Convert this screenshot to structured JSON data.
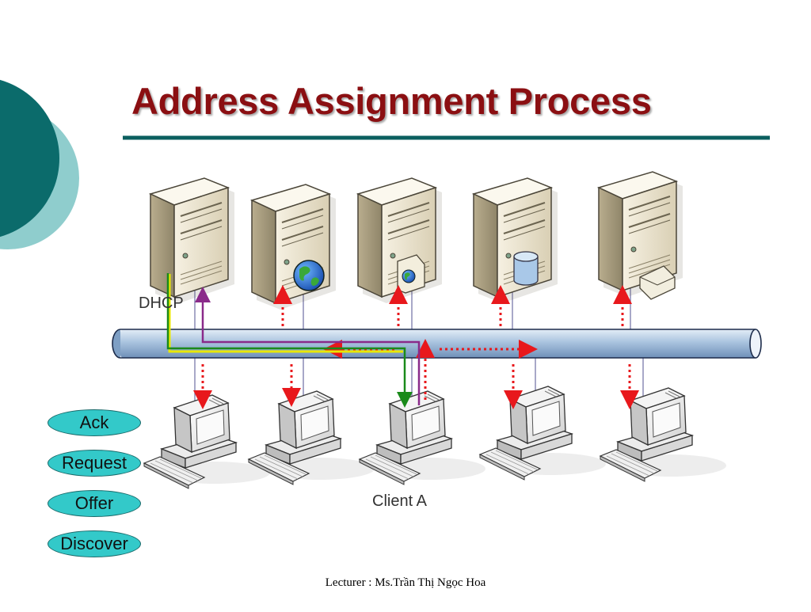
{
  "slide": {
    "title": "Address Assignment Process",
    "footer": "Lecturer : Ms.Trần Thị Ngọc Hoa"
  },
  "diagram": {
    "labels": {
      "dhcp": "DHCP",
      "client": "Client A"
    },
    "servers": [
      {
        "role": "dhcp-server",
        "badge": "none"
      },
      {
        "role": "web-server",
        "badge": "globe-icon"
      },
      {
        "role": "web-document-server",
        "badge": "document-globe-icon"
      },
      {
        "role": "database-server",
        "badge": "database-icon"
      },
      {
        "role": "mail-server",
        "badge": "envelope-icon"
      }
    ],
    "clients": 5,
    "legend": [
      {
        "label": "Ack",
        "color": "#33c9c9"
      },
      {
        "label": "Request",
        "color": "#33c9c9"
      },
      {
        "label": "Offer",
        "color": "#33c9c9"
      },
      {
        "label": "Discover",
        "color": "#33c9c9"
      }
    ],
    "message_colors": {
      "discover": "#e8181c",
      "offer": "#e8e800",
      "request": "#8a2a8a",
      "ack": "#1a8a1a"
    },
    "colors": {
      "title": "#8b0f12",
      "bus": "#9cb8d8",
      "accent_dark": "#0b6b6b",
      "accent_light": "#8fcdcd"
    }
  }
}
